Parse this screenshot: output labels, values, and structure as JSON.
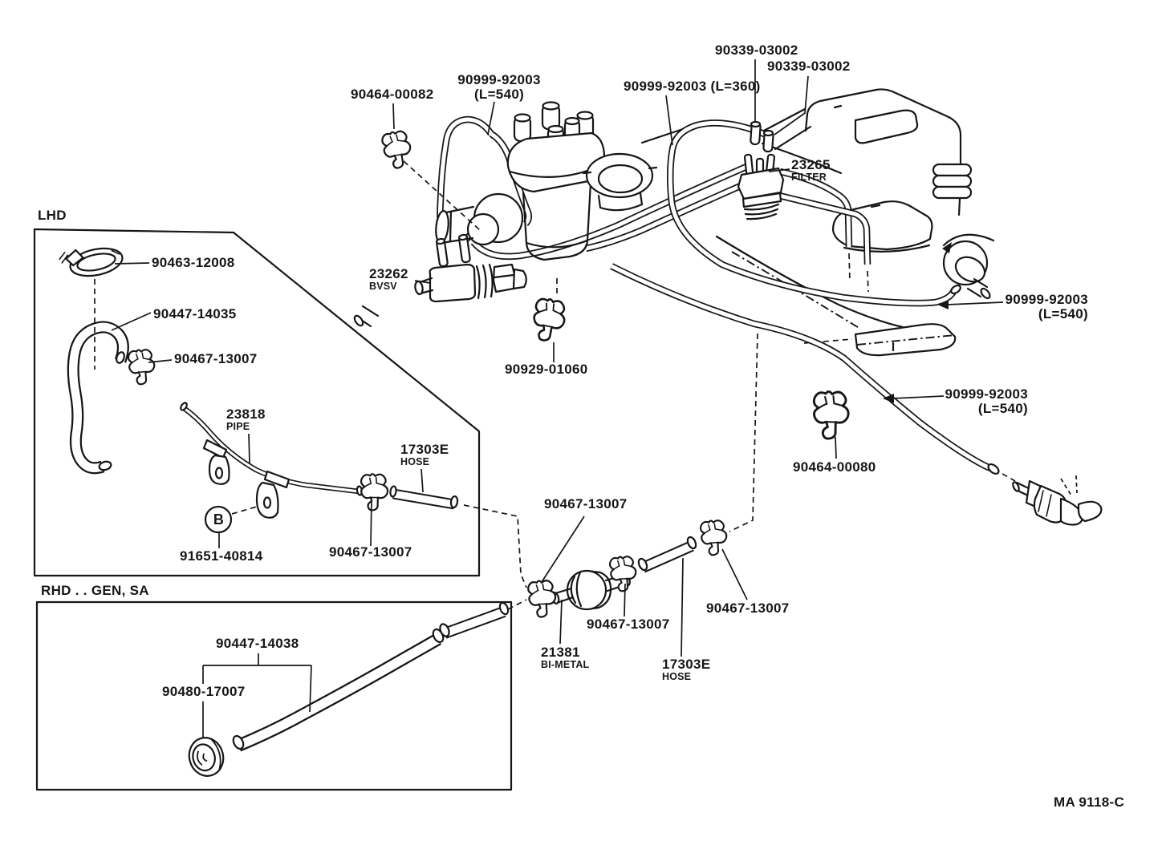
{
  "doc": {
    "code": "MA 9118-C"
  },
  "sections": {
    "lhd": "LHD",
    "rhd": "RHD . . GEN, SA"
  },
  "parts": {
    "joint_90339": "90339-03002",
    "hose_90999": "90999-92003",
    "len540": "(L=540)",
    "hose_90999_l360": "90999-92003 (L=360)",
    "clamp_90464_00082": "90464-00082",
    "clamp_90464_00080": "90464-00080",
    "filter": {
      "num": "23265",
      "name": "FILTER"
    },
    "bvsv": {
      "num": "23262",
      "name": "BVSV"
    },
    "clamp_90929": "90929-01060",
    "clamp_90463": "90463-12008",
    "hose_14035": "90447-14035",
    "clamp_90467": "90467-13007",
    "pipe_23818": {
      "num": "23818",
      "name": "PIPE"
    },
    "hose_17303e": {
      "num": "17303E",
      "name": "HOSE"
    },
    "bolt_91651": "91651-40814",
    "bolt_callout": "B",
    "bimetal": {
      "num": "21381",
      "name": "BI-METAL"
    },
    "hose_14038": "90447-14038",
    "grommet": "90480-17007"
  },
  "colors": {
    "ink": "#161616",
    "paper": "#ffffff"
  }
}
